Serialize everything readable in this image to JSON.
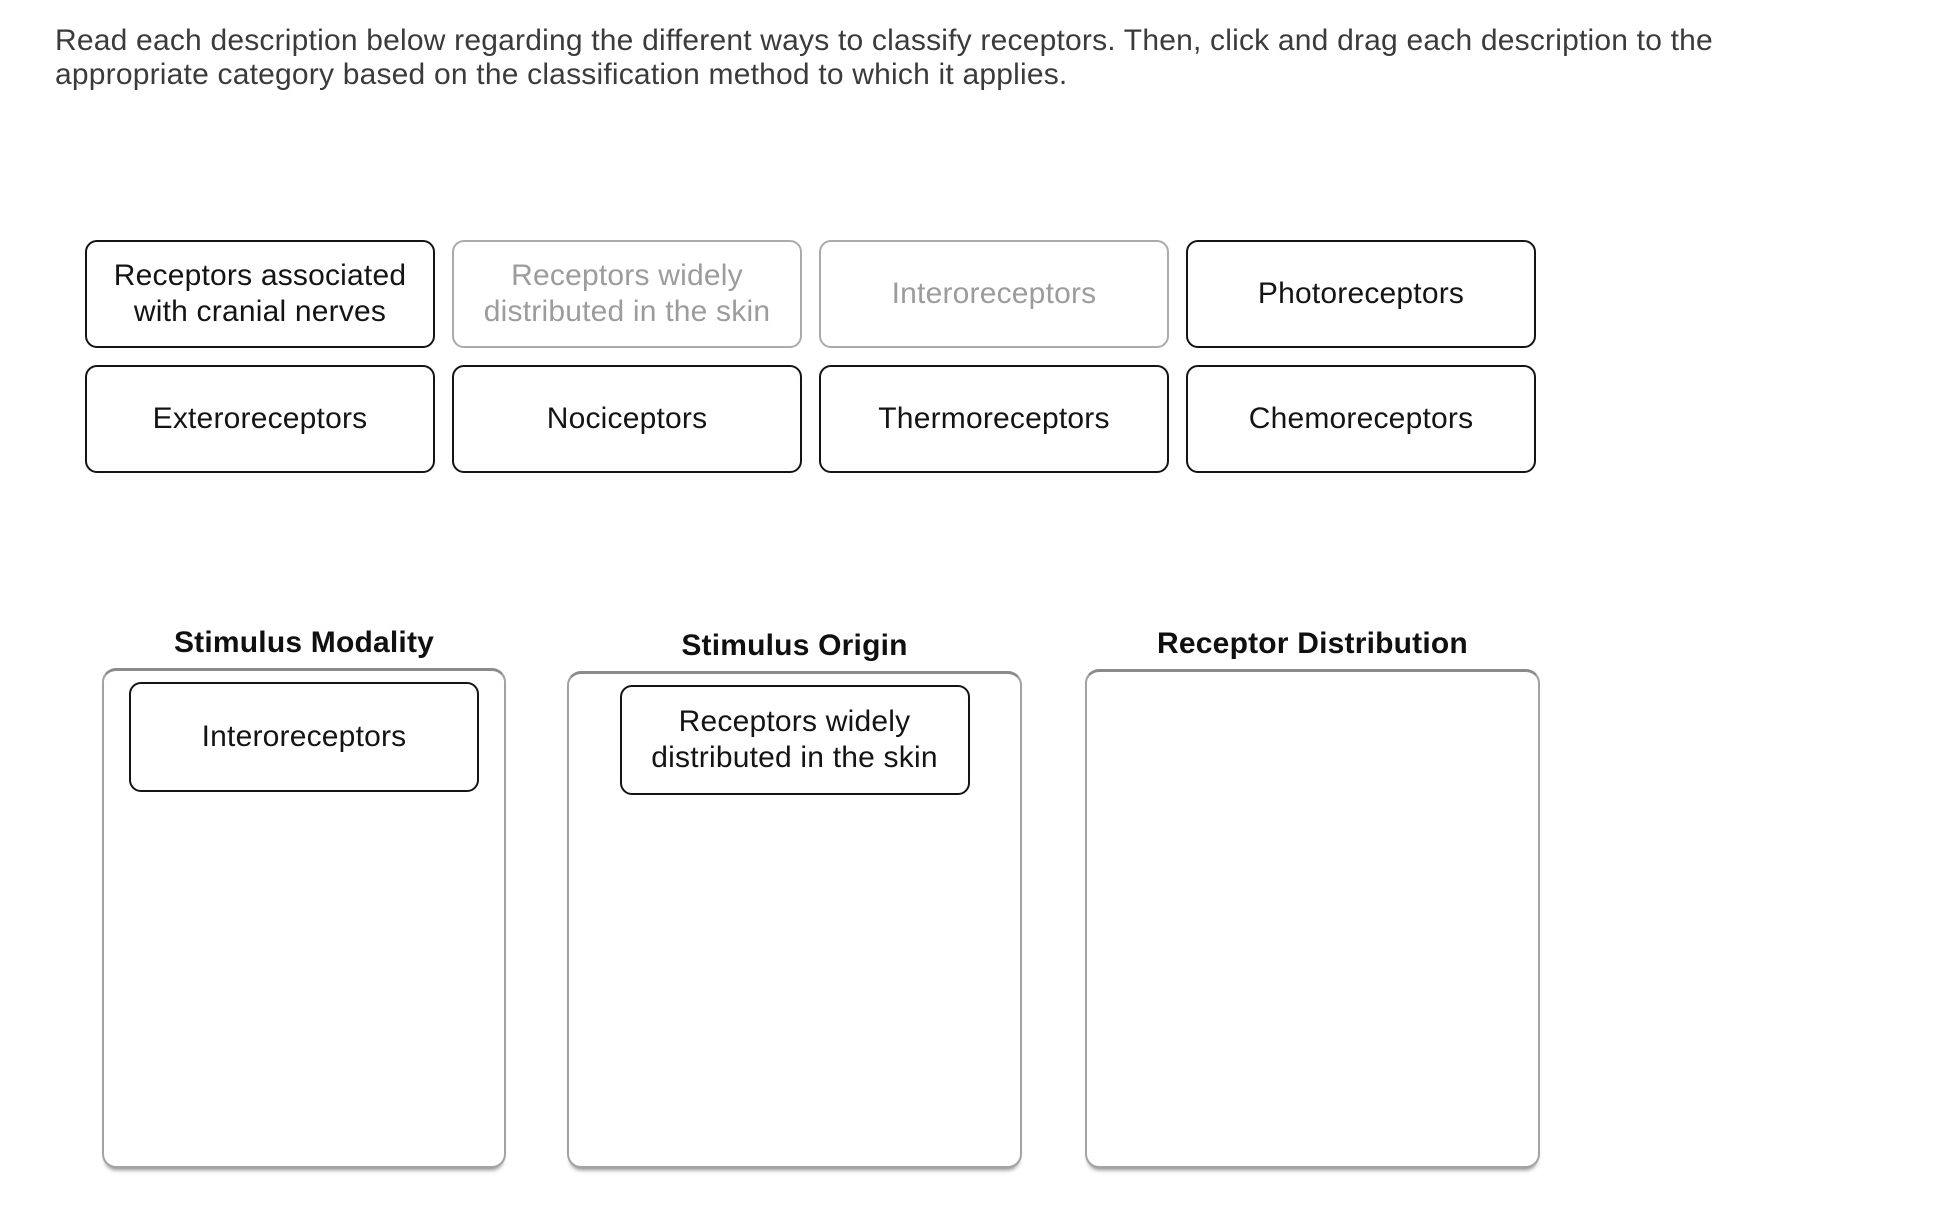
{
  "instructions": "Read each description below regarding the different ways to classify receptors. Then, click and drag each description to the appropriate category based on the classification method to which it applies.",
  "bank": {
    "items": [
      {
        "label": "Receptors associated with cranial nerves",
        "state": "available"
      },
      {
        "label": "Receptors widely distributed in the skin",
        "state": "used"
      },
      {
        "label": "Interoreceptors",
        "state": "used"
      },
      {
        "label": "Photoreceptors",
        "state": "available"
      },
      {
        "label": "Exteroreceptors",
        "state": "available"
      },
      {
        "label": "Nociceptors",
        "state": "available"
      },
      {
        "label": "Thermoreceptors",
        "state": "available"
      },
      {
        "label": "Chemoreceptors",
        "state": "available"
      }
    ]
  },
  "categories": [
    {
      "title": "Stimulus Modality",
      "placed": [
        "Interoreceptors"
      ]
    },
    {
      "title": "Stimulus Origin",
      "placed": [
        "Receptors widely distributed in the skin"
      ]
    },
    {
      "title": "Receptor Distribution",
      "placed": []
    }
  ],
  "colors": {
    "chip_border": "#141414",
    "chip_text": "#141414",
    "disabled_border": "#ababab",
    "disabled_text": "#9c9c9c",
    "zone_border": "#a3a3a3",
    "zone_border_top": "#8b8b8b",
    "instruction_text": "#3b3b3b",
    "background": "#ffffff"
  }
}
